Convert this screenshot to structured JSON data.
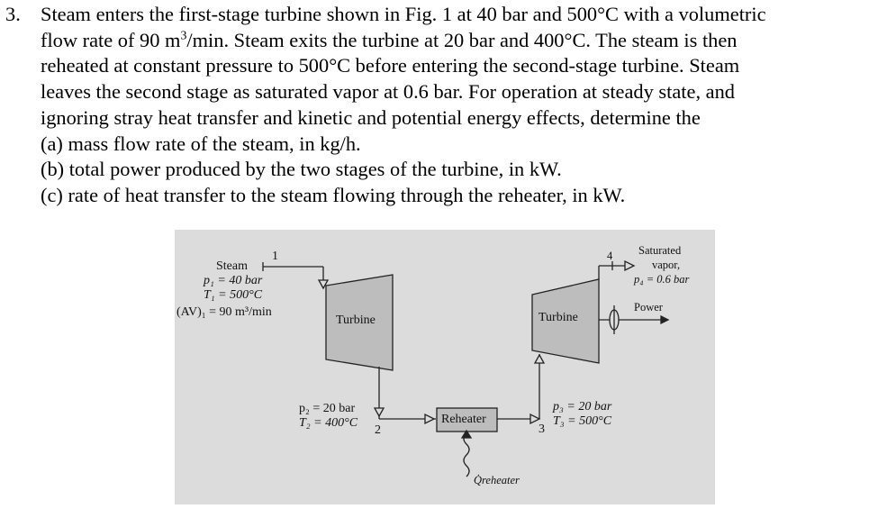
{
  "problem": {
    "number": "3.",
    "lines": [
      "Steam enters the first-stage turbine shown in Fig. 1 at 40 bar and 500°C with a volumetric",
      "flow rate of 90 m",
      "/min. Steam exits the turbine at 20 bar and 400°C. The steam is then",
      "reheated at constant pressure to 500°C before entering the second-stage turbine. Steam",
      "leaves the second stage as saturated vapor at 0.6 bar. For operation at steady state, and",
      "ignoring stray heat transfer and kinetic and potential energy effects, determine the",
      "(a) mass flow rate of the steam, in kg/h.",
      "(b) total power produced by the two stages of the turbine, in kW.",
      "(c) rate of heat transfer to the steam flowing through the reheater, in kW."
    ],
    "superscript": "3"
  },
  "figure": {
    "state1_number": "1",
    "steam": "Steam",
    "p1": "p₁ = 40 bar",
    "t1": "T₁ = 500°C",
    "av1": "(AV)₁ = 90 m³/min",
    "turbine1": "Turbine",
    "turbine2": "Turbine",
    "p2": "p₂ = 20 bar",
    "t2": "T₂ = 400°C",
    "state2_number": "2",
    "reheater": "Reheater",
    "q_reheater": "Q̇reheater",
    "p3": "p₃ = 20 bar",
    "t3": "T₃ = 500°C",
    "state3_number": "3",
    "state4_number": "4",
    "saturated": "Saturated",
    "vapor": "vapor,",
    "p4": "p₄ = 0.6 bar",
    "power": "Power"
  }
}
